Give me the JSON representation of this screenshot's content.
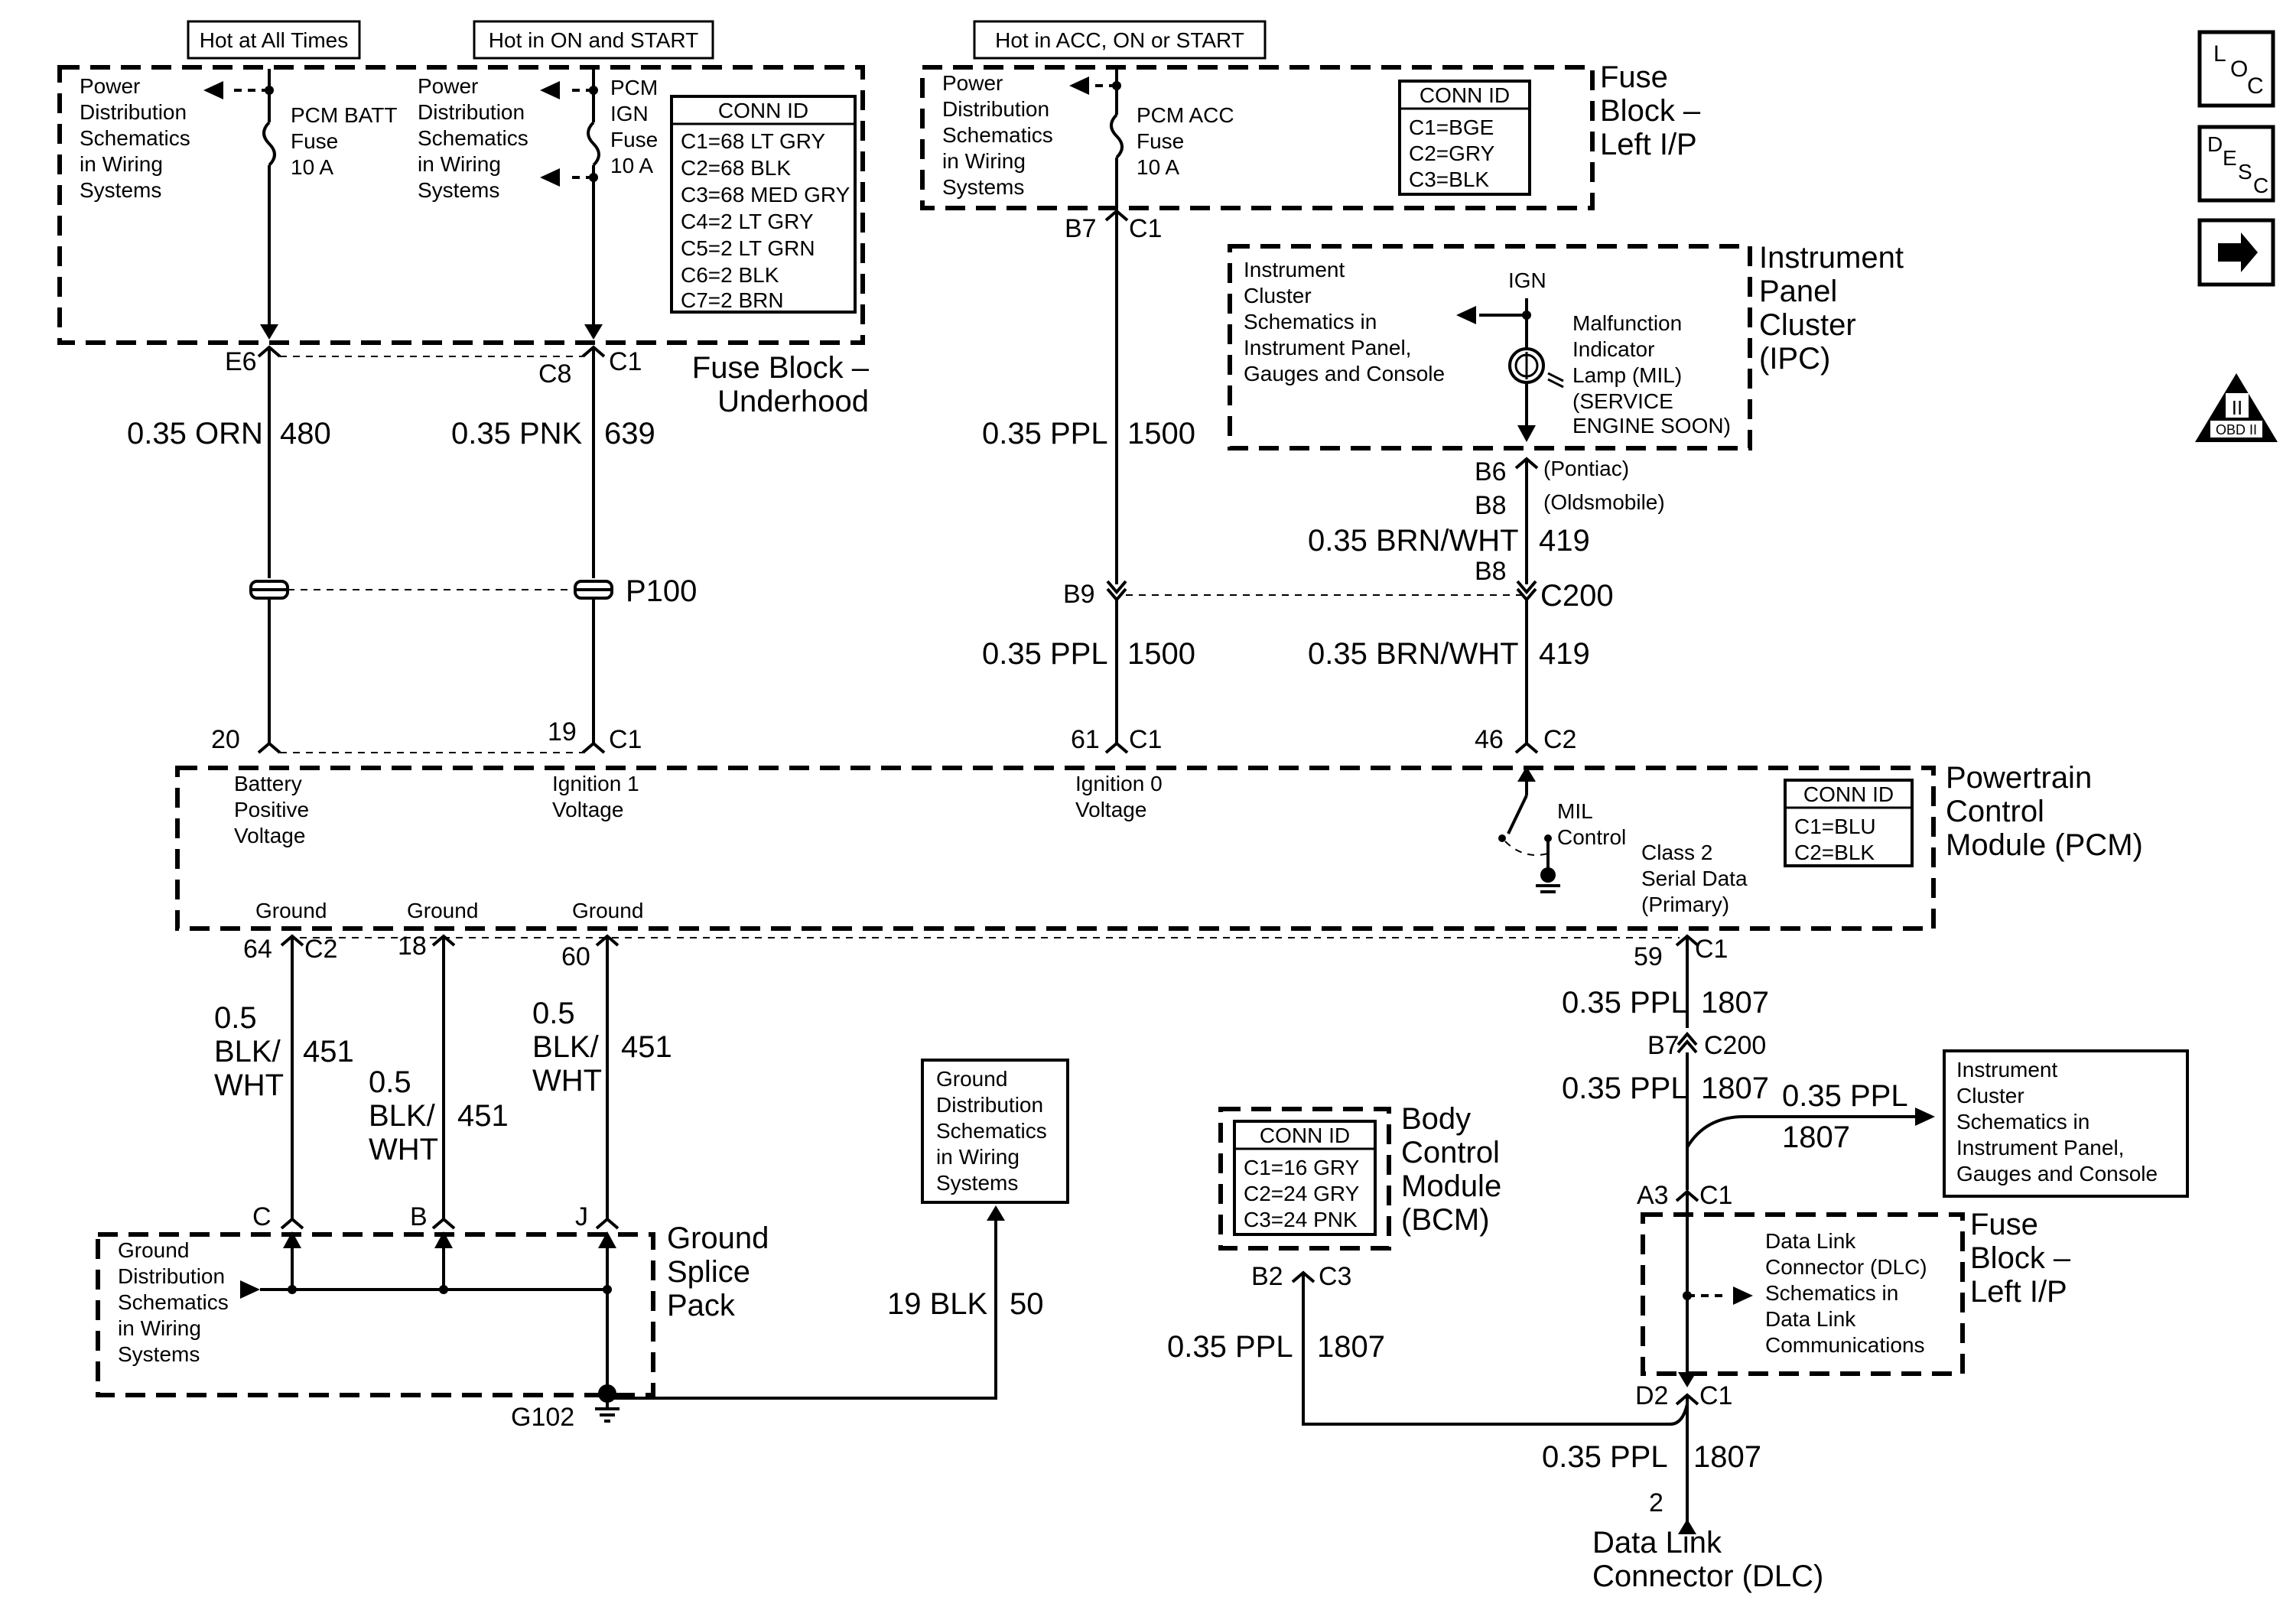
{
  "hot_labels": {
    "all_times": "Hot at All Times",
    "on_start": "Hot in ON and START",
    "acc": "Hot in ACC, ON or START"
  },
  "fuse_block_underhood": {
    "name": [
      "Fuse Block –",
      "Underhood"
    ],
    "pwr_dist_1": [
      "Power",
      "Distribution",
      "Schematics",
      "in Wiring",
      "Systems"
    ],
    "pwr_dist_2": [
      "Power",
      "Distribution",
      "Schematics",
      "in Wiring",
      "Systems"
    ],
    "fuse_batt": [
      "PCM BATT",
      "Fuse",
      "10 A"
    ],
    "fuse_ign": [
      "PCM",
      "IGN",
      "Fuse",
      "10 A"
    ],
    "conn_title": "CONN ID",
    "conn_items": [
      "C1=68 LT GRY",
      "C2=68 BLK",
      "C3=68 MED GRY",
      "C4=2 LT GRY",
      "C5=2 LT GRN",
      "C6=2 BLK",
      "C7=2 BRN"
    ],
    "pin_e6": "E6",
    "pin_c8": "C8",
    "conn_c1": "C1"
  },
  "fuse_block_lip_top": {
    "name": [
      "Fuse",
      "Block –",
      "Left I/P"
    ],
    "pwr_dist": [
      "Power",
      "Distribution",
      "Schematics",
      "in Wiring",
      "Systems"
    ],
    "fuse_acc": [
      "PCM ACC",
      "Fuse",
      "10 A"
    ],
    "conn_title": "CONN ID",
    "conn_items": [
      "C1=BGE",
      "C2=GRY",
      "C3=BLK"
    ],
    "pin_b7": "B7",
    "conn_c1": "C1"
  },
  "ipc": {
    "name": [
      "Instrument",
      "Panel",
      "Cluster",
      "(IPC)"
    ],
    "schem_ref": [
      "Instrument",
      "Cluster",
      "Schematics in",
      "Instrument Panel,",
      "Gauges and Console"
    ],
    "ign": "IGN",
    "mil": [
      "Malfunction",
      "Indicator",
      "Lamp (MIL)",
      "(SERVICE",
      "ENGINE SOON)"
    ],
    "pin_b6": "B6",
    "pontiac": "(Pontiac)",
    "pin_b8_a": "B8",
    "oldsmobile": "(Oldsmobile)",
    "wire_gauge": "0.35 BRN/WHT",
    "wire_num": "419",
    "pin_b8_b": "B8"
  },
  "wires": {
    "w480_gauge": "0.35 ORN",
    "w480_num": "480",
    "w639_gauge": "0.35 PNK",
    "w639_num": "639",
    "w1500_gauge_a": "0.35 PPL",
    "w1500_num_a": "1500",
    "w1500_gauge_b": "0.35 PPL",
    "w1500_num_b": "1500",
    "w419_gauge_b": "0.35 BRN/WHT",
    "w419_num_b": "419",
    "p100": "P100",
    "b9": "B9",
    "c200": "C200"
  },
  "pcm": {
    "name": [
      "Powertrain",
      "Control",
      "Module (PCM)"
    ],
    "pin_20": "20",
    "pin_19": "19",
    "conn_c1a": "C1",
    "pin_61": "61",
    "conn_c1b": "C1",
    "pin_46": "46",
    "conn_c2": "C2",
    "batt_v": [
      "Battery",
      "Positive",
      "Voltage"
    ],
    "ign1": [
      "Ignition 1",
      "Voltage"
    ],
    "ign0": [
      "Ignition 0",
      "Voltage"
    ],
    "mil_ctrl": [
      "MIL",
      "Control"
    ],
    "class2": [
      "Class 2",
      "Serial Data",
      "(Primary)"
    ],
    "conn_title": "CONN ID",
    "conn_items": [
      "C1=BLU",
      "C2=BLK"
    ],
    "ground_1": "Ground",
    "ground_2": "Ground",
    "ground_3": "Ground",
    "pin_64": "64",
    "conn_c2b": "C2",
    "pin_18": "18",
    "pin_60": "60",
    "pin_59": "59",
    "conn_c1c": "C1"
  },
  "ground_wires": {
    "w1_gauge": [
      "0.5",
      "BLK/",
      "WHT"
    ],
    "w1_num": "451",
    "w2_gauge": [
      "0.5",
      "BLK/",
      "WHT"
    ],
    "w2_num": "451",
    "w3_gauge": [
      "0.5",
      "BLK/",
      "WHT"
    ],
    "w3_num": "451"
  },
  "ground_splice": {
    "name": [
      "Ground",
      "Splice",
      "Pack"
    ],
    "ref": [
      "Ground",
      "Distribution",
      "Schematics",
      "in Wiring",
      "Systems"
    ],
    "pin_c": "C",
    "pin_b": "B",
    "pin_j": "J",
    "g102": "G102"
  },
  "ground_dist_box": [
    "Ground",
    "Distribution",
    "Schematics",
    "in Wiring",
    "Systems"
  ],
  "blk50": {
    "gauge": "19 BLK",
    "num": "50"
  },
  "serial": {
    "w1807_gauge_a": "0.35 PPL",
    "w1807_num_a": "1807",
    "b7": "B7",
    "c200": "C200",
    "w1807_gauge_b": "0.35 PPL",
    "w1807_num_b": "1807",
    "w1807_gauge_c": "0.35 PPL",
    "w1807_num_c": "1807",
    "ipc_ref": [
      "Instrument",
      "Cluster",
      "Schematics in",
      "Instrument Panel,",
      "Gauges and Console"
    ],
    "a3": "A3",
    "c1": "C1"
  },
  "fuse_block_lip_bottom": {
    "name": [
      "Fuse",
      "Block –",
      "Left I/P"
    ],
    "dlc_ref": [
      "Data Link",
      "Connector (DLC)",
      "Schematics in",
      "Data Link",
      "Communications"
    ],
    "d2": "D2",
    "c1": "C1"
  },
  "bcm": {
    "name": [
      "Body",
      "Control",
      "Module",
      "(BCM)"
    ],
    "conn_title": "CONN ID",
    "conn_items": [
      "C1=16 GRY",
      "C2=24 GRY",
      "C3=24 PNK"
    ],
    "b2": "B2",
    "c3": "C3",
    "wire_gauge": "0.35 PPL",
    "wire_num": "1807"
  },
  "dlc": {
    "wire_gauge": "0.35 PPL",
    "wire_num": "1807",
    "pin_2": "2",
    "name": [
      "Data Link",
      "Connector (DLC)"
    ]
  },
  "side_icons": {
    "loc": [
      "L",
      "O",
      "C"
    ],
    "desc": [
      "D",
      "E",
      "S",
      "C"
    ],
    "next": "arrow-right-icon",
    "obd": [
      "II",
      "OBD II"
    ]
  }
}
